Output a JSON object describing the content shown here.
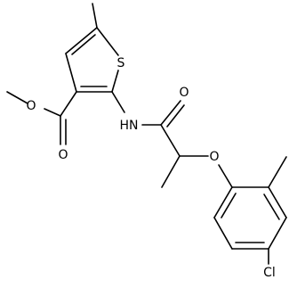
{
  "structure": {
    "type": "chemical-structure",
    "atom_labels": {
      "o_ester_methoxy": "O",
      "o_ester_carbonyl": "O",
      "s_thiophene": "S",
      "nh_amide": "HN",
      "o_amide_carbonyl": "O",
      "o_ether": "O",
      "cl": "Cl"
    },
    "colors": {
      "bond": "#000000",
      "label": "#000000",
      "background": "#ffffff"
    }
  }
}
